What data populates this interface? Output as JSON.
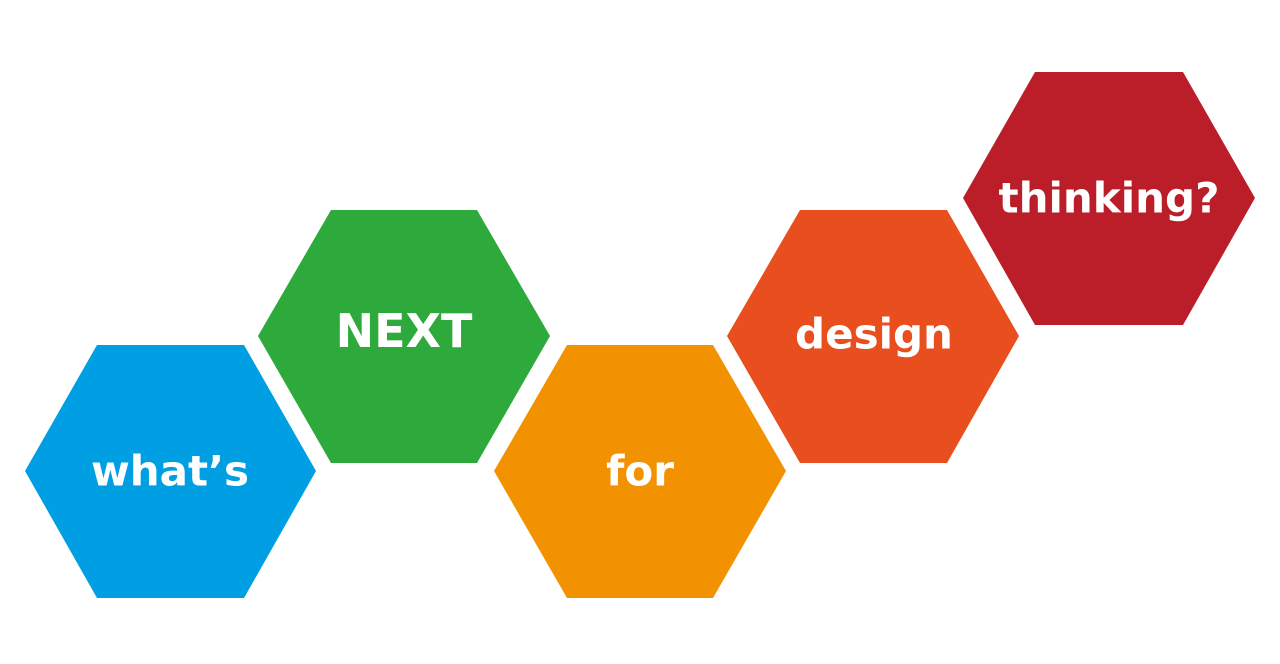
{
  "hexagons": [
    {
      "label": "what’s",
      "color": "#009FE3"
    },
    {
      "label": "NEXT",
      "color": "#2EAA3C"
    },
    {
      "label": "for",
      "color": "#F39200"
    },
    {
      "label": "design",
      "color": "#E84E1E"
    },
    {
      "label": "thinking?",
      "color": "#BB1E28"
    }
  ]
}
